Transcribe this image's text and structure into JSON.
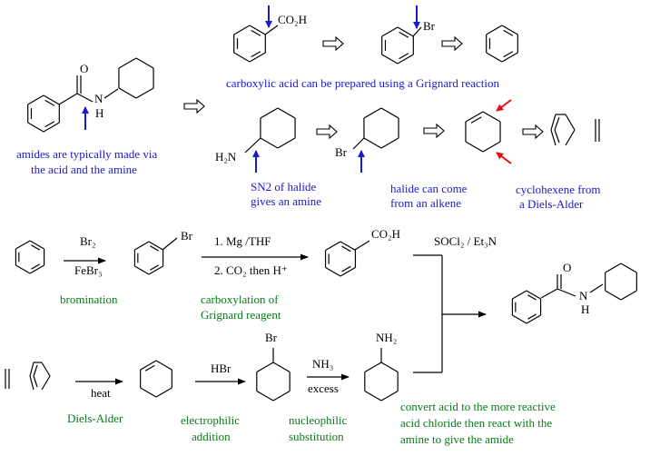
{
  "colors": {
    "blue_text": "#1a1ad0",
    "green_text": "#0a7a1a",
    "red_arrow": "#e01010",
    "blue_arrow": "#1a1ad0"
  },
  "retro": {
    "co2h": "CO₂H",
    "br": "Br",
    "o": "O",
    "n": "N",
    "h": "H",
    "h2n": "H₂N",
    "cap_grignard": "carboxylic acid can be prepared using a Grignard reaction",
    "cap_amides_1": "amides are typically made via",
    "cap_amides_2": "the acid and the amine",
    "cap_sn2_1": "SN2 of halide",
    "cap_sn2_2": "gives an amine",
    "cap_halide_1": "halide can come",
    "cap_halide_2": "from an alkene",
    "cap_da_1": "cyclohexene from",
    "cap_da_2": "a Diels-Alder"
  },
  "forward": {
    "br2": "Br₂",
    "febr3": "FeBr₃",
    "bromination": "bromination",
    "br": "Br",
    "mg_thf": "1.  Mg /THF",
    "co2_then": "2. CO₂ then H⁺",
    "carbox_1": "carboxylation of",
    "carbox_2": "Grignard reagent",
    "co2h": "CO₂H",
    "socl2": "SOCl₂ / Et₃N",
    "o": "O",
    "n": "N",
    "h": "H",
    "heat": "heat",
    "diels_alder": "Diels-Alder",
    "hbr": "HBr",
    "electro_1": "electrophilic",
    "electro_2": "addition",
    "nh3": "NH₃",
    "excess": "excess",
    "nucleo_1": "nucleophilic",
    "nucleo_2": "substitution",
    "nh2": "NH₂",
    "convert_1": "convert acid to the more reactive",
    "convert_2": "acid chloride then react with the",
    "convert_3": "amine to give the amide"
  }
}
